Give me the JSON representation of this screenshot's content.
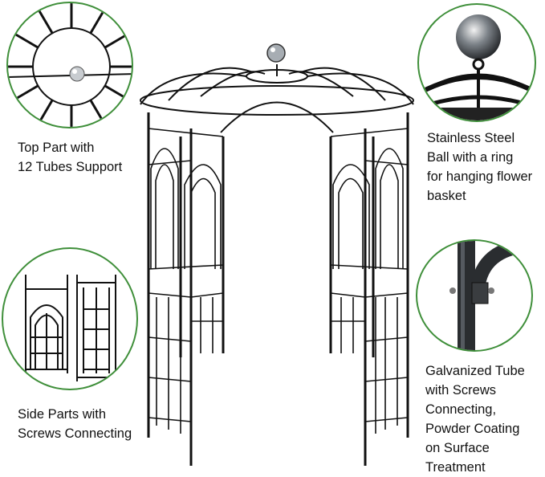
{
  "captions": {
    "top_left": "Top Part with\n12 Tubes Support",
    "top_right": "Stainless Steel\nBall with a ring\nfor hanging flower\nbasket",
    "bottom_left": "Side Parts with\nScrews Connecting",
    "bottom_right": "Galvanized Tube\nwith Screws\nConnecting,\nPowder Coating\non Surface\nTreatment"
  },
  "colors": {
    "callout_border": "#3f8f3a",
    "frame": "#111111",
    "steel_ball": "#9aa0a6"
  }
}
